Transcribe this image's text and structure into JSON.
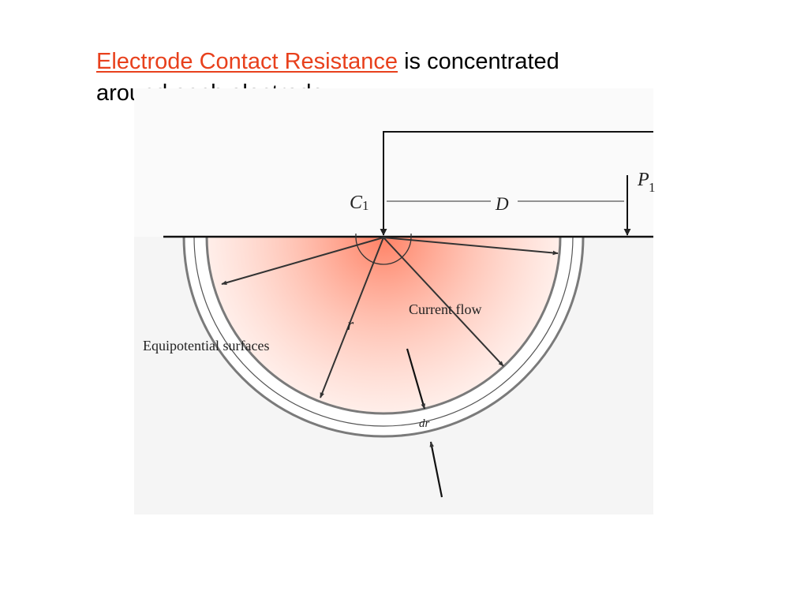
{
  "heading": {
    "highlight": "Electrode Contact Resistance",
    "rest_line1": " is concentrated",
    "line2": "around each electrode"
  },
  "diagram": {
    "label_c": "C",
    "label_c_sub": "1",
    "label_p": "P",
    "label_p_sub": "1",
    "label_d": "D",
    "label_r": "r",
    "label_dr": "dr",
    "label_current_flow": "Current flow",
    "label_equipotential": "Equipotential surfaces"
  },
  "colors": {
    "highlight": "#e8401c",
    "glow_center": "#ff7a5c",
    "shell_stroke": "#7a7a7a",
    "ink": "#222222"
  }
}
